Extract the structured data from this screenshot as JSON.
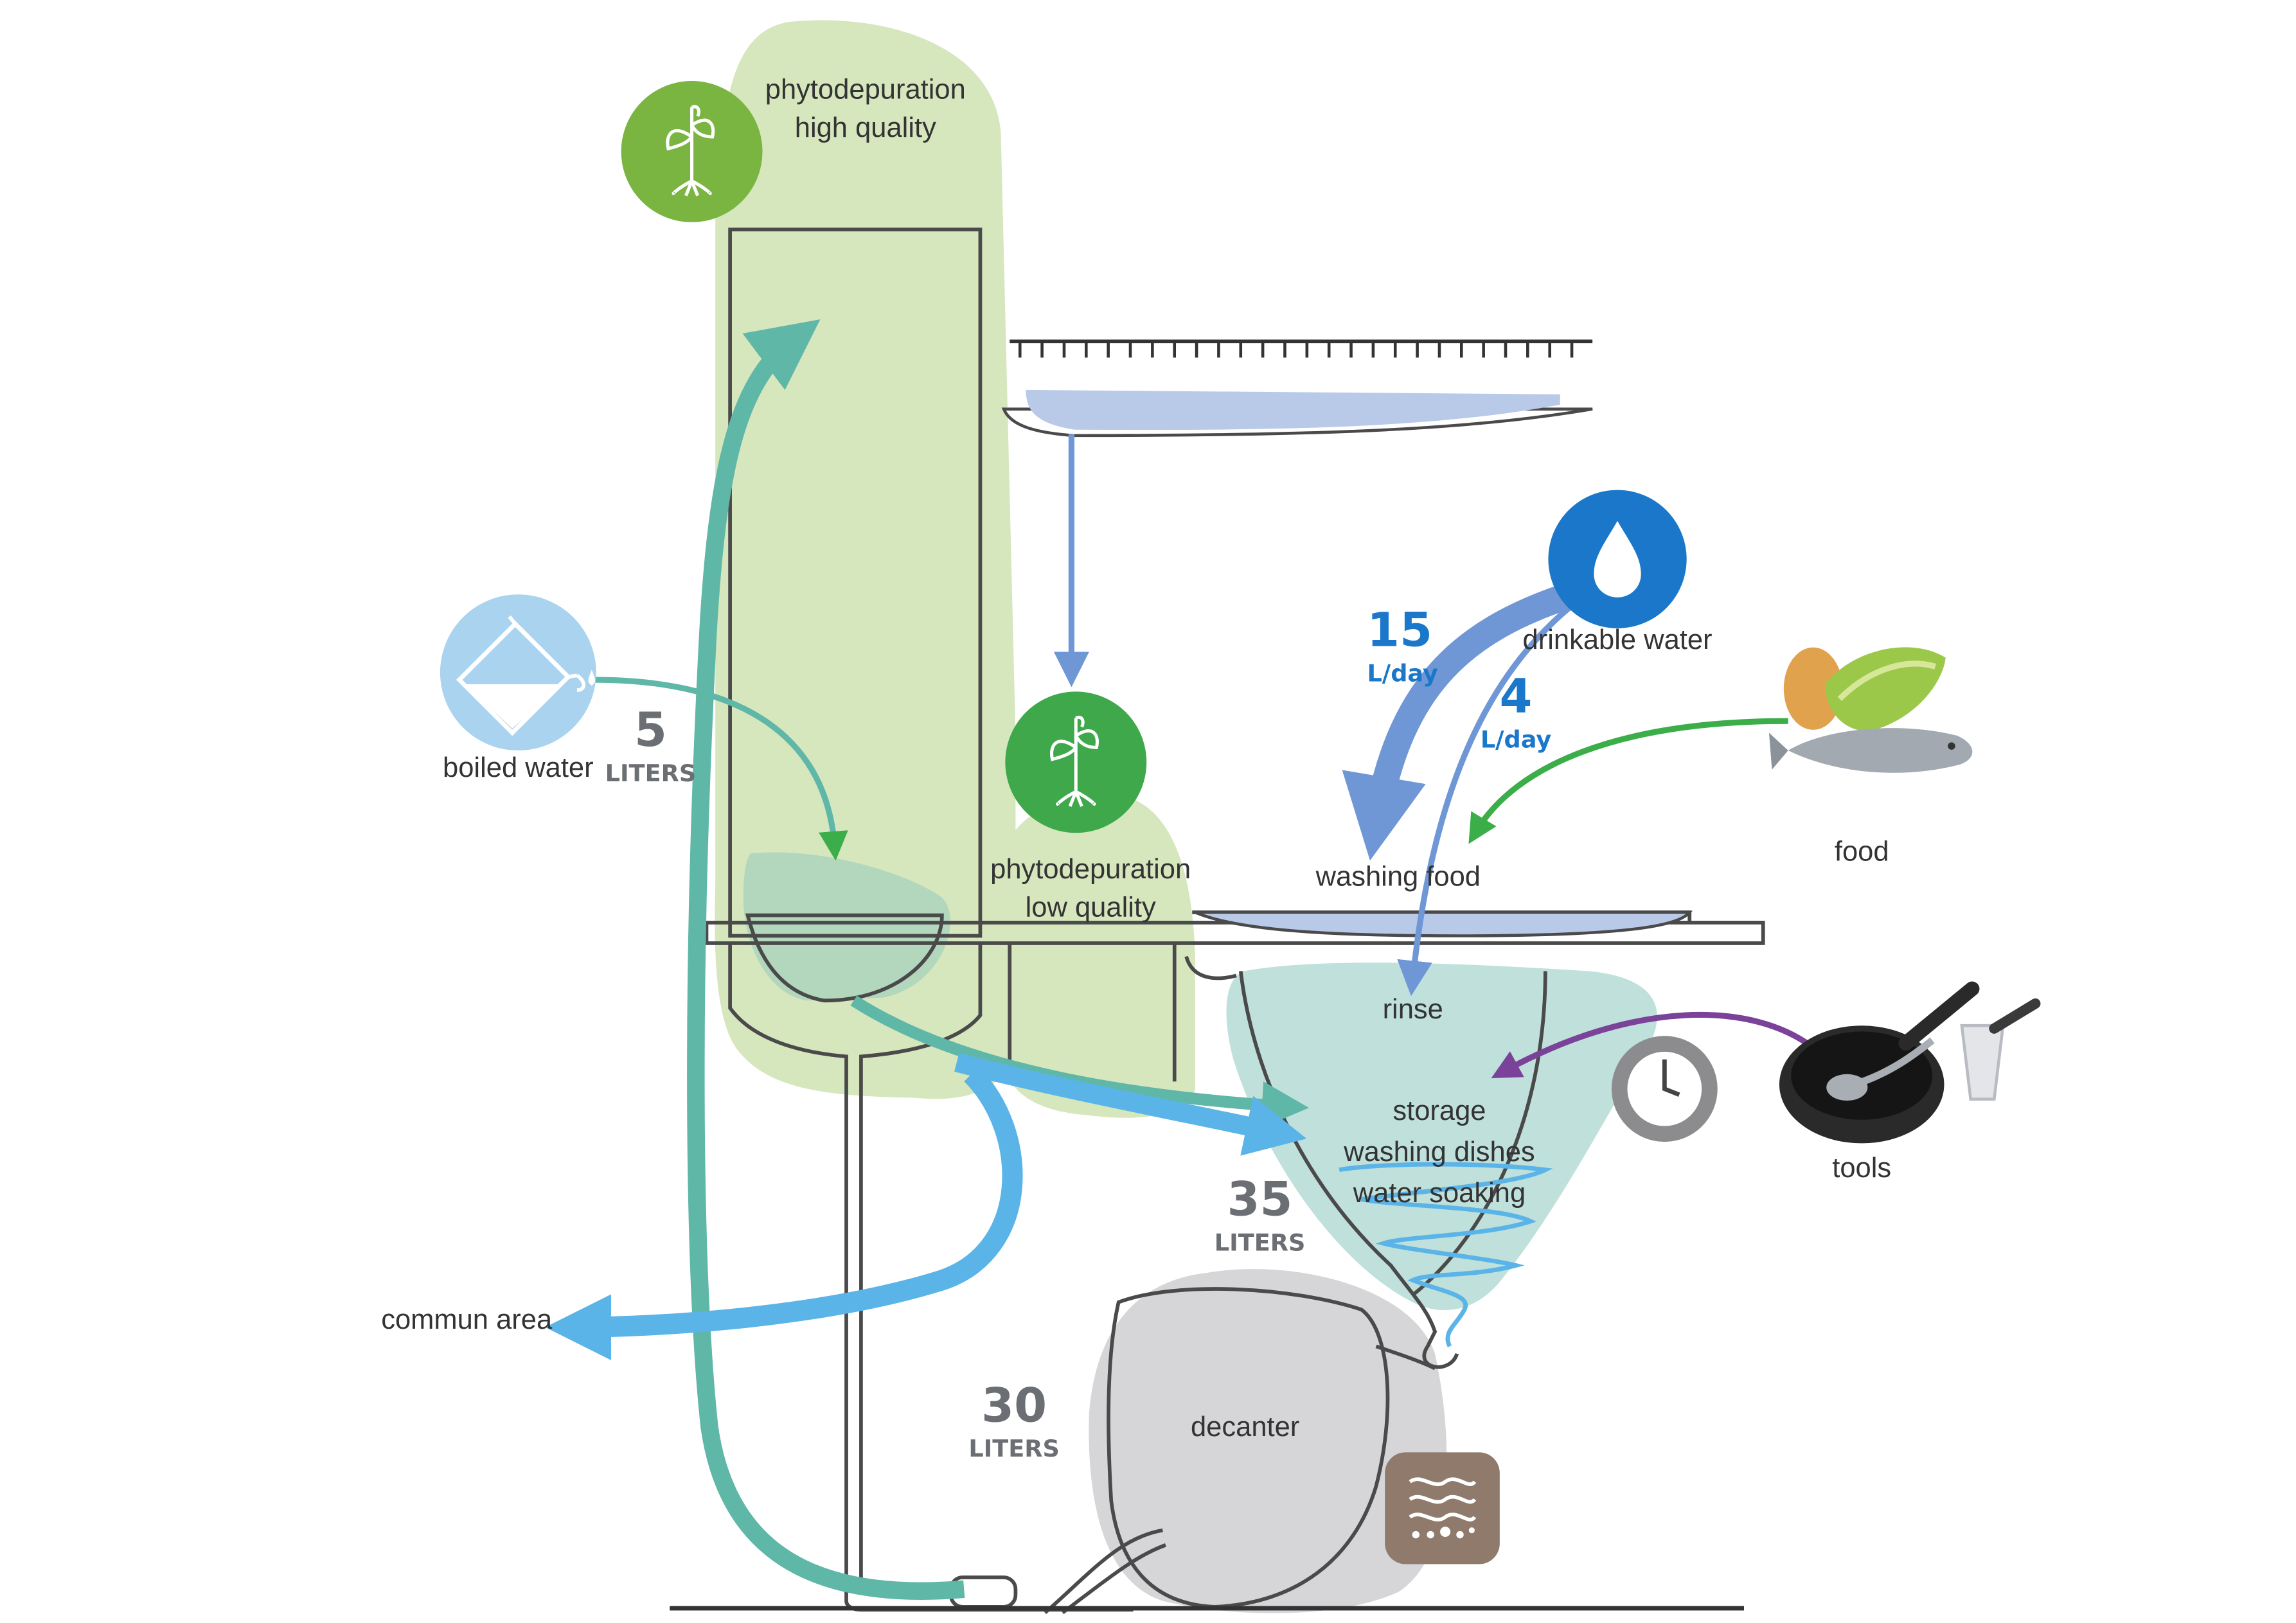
{
  "labels": {
    "phyto_high_line1": "phytodepuration",
    "phyto_high_line2": "high quality",
    "phyto_low_line1": "phytodepuration",
    "phyto_low_line2": "low quality",
    "boiled_water": "boiled water",
    "drinkable_water": "drinkable water",
    "food": "food",
    "washing_food": "washing food",
    "rinse": "rinse",
    "storage": "storage",
    "washing_dishes": "washing dishes",
    "water_soaking": "water soaking",
    "tools": "tools",
    "commun_area": "commun area",
    "decanter": "decanter"
  },
  "quantities": {
    "boiled": {
      "value": "5",
      "unit": "LITERS"
    },
    "storage": {
      "value": "35",
      "unit": "LITERS"
    },
    "decanter": {
      "value": "30",
      "unit": "LITERS"
    }
  },
  "rates": {
    "washing": {
      "value": "15",
      "unit": "L/day"
    },
    "rinse": {
      "value": "4",
      "unit": "L/day"
    }
  },
  "colors": {
    "phyto_zone": "#d6e6bd",
    "phyto_high_icon": "#7ab441",
    "phyto_low_icon": "#3ea84a",
    "boiled_icon": "#a9d3ee",
    "drop_icon": "#1a77c9",
    "storage_zone": "#bfe0db",
    "decanter_zone": "#d6d6d8",
    "teal_flow": "#5fb7a8",
    "blue_flow": "#5ab4e8",
    "steel_flow": "#6f97d6",
    "green_flow": "#3bae4a",
    "purple_flow": "#7a4399",
    "clock_icon": "#8c8c8e",
    "sediment_icon": "#8f7a6c",
    "rate_text": "#1a77c9",
    "qty_text": "#6b6e72"
  },
  "icons": {
    "phyto_high": "plant-icon",
    "phyto_low": "plant-icon",
    "boiled": "pot-icon",
    "drinkable": "water-drop-icon",
    "food": "food-icon",
    "tools": "pan-icon",
    "timer": "clock-icon",
    "sediment": "sediment-icon"
  }
}
